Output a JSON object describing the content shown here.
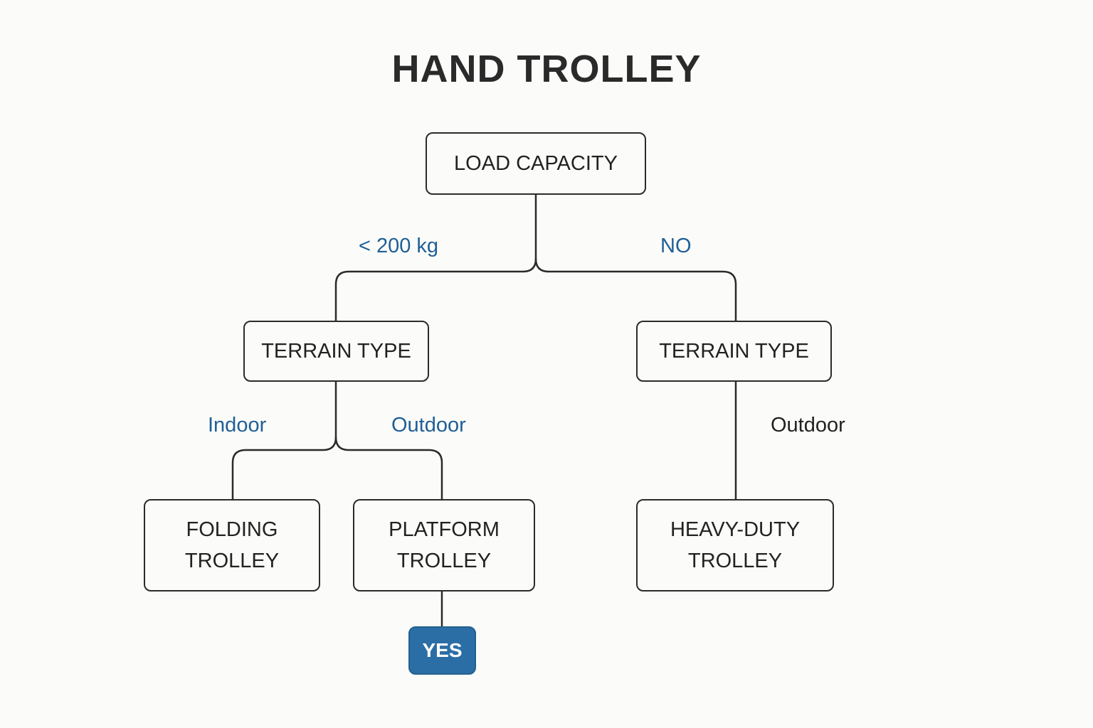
{
  "title": "HAND TROLLEY",
  "colors": {
    "line": "#2b2b2b",
    "text": "#222222",
    "label_blue": "#1f5f95",
    "label_dark": "#222222",
    "yes_fill": "#2b6ea6"
  },
  "nodes": {
    "root": {
      "label": "LOAD CAPACITY"
    },
    "terrain_left": {
      "label": "TERRAIN TYPE"
    },
    "terrain_right": {
      "label": "TERRAIN TYPE"
    },
    "folding": {
      "line1": "FOLDING",
      "line2": "TROLLEY"
    },
    "platform": {
      "line1": "PLATFORM",
      "line2": "TROLLEY"
    },
    "heavy": {
      "line1": "HEAVY-DUTY",
      "line2": "TROLLEY"
    },
    "yes": {
      "label": "YES"
    }
  },
  "edges": {
    "under_200": "< 200 kg",
    "no": "NO",
    "indoor": "Indoor",
    "outdoor_left": "Outdoor",
    "outdoor_right": "Outdoor"
  }
}
